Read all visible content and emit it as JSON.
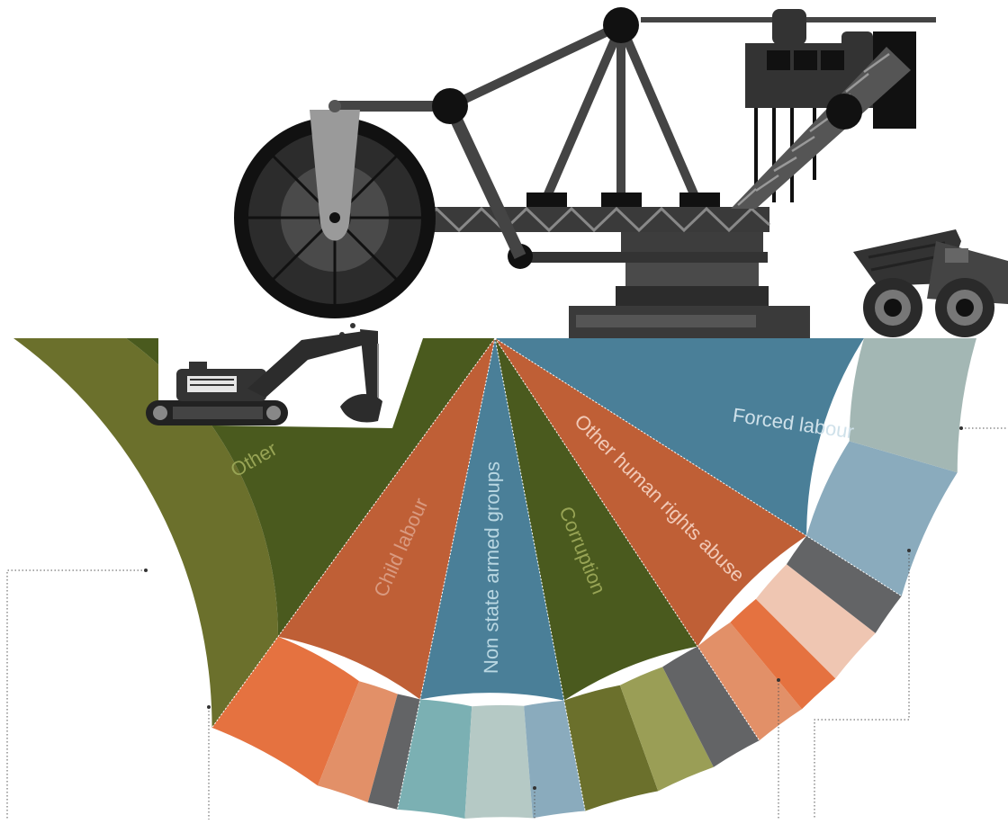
{
  "chart_data": {
    "type": "sunburst",
    "unit": "share of reported risks",
    "start_angle_deg": 180,
    "end_angle_deg": 360,
    "inner": [
      {
        "label": "Other",
        "value": 30,
        "color": "#4a5a1e",
        "label_color": "#98a455"
      },
      {
        "label": "Child labour",
        "value": 13.5,
        "color": "#bf5f36",
        "label_color": "#d99a80"
      },
      {
        "label": "Non state armed groups",
        "value": 12.5,
        "color": "#4a7f98",
        "label_color": "#b9d7e2"
      },
      {
        "label": "Corruption",
        "value": 12.5,
        "color": "#4a5a1e",
        "label_color": "#98a455"
      },
      {
        "label": "Other human rights abuse",
        "value": 13.5,
        "color": "#bf5f36",
        "label_color": "#f1c9b7"
      },
      {
        "label": "Forced labour",
        "value": 18,
        "color": "#4a7f98",
        "label_color": "#cfe1ea"
      }
    ],
    "outer": [
      {
        "parent": "Other",
        "value": 30,
        "color": "#6b702c"
      },
      {
        "parent": "Child labour",
        "value": 8,
        "color": "#e57240"
      },
      {
        "parent": "Child labour",
        "value": 3.5,
        "color": "#e29068"
      },
      {
        "parent": "Child labour",
        "value": 2,
        "color": "#636466"
      },
      {
        "parent": "Non state armed groups",
        "value": 4.5,
        "color": "#7bb0b3"
      },
      {
        "parent": "Non state armed groups",
        "value": 4.5,
        "color": "#b5c9c5"
      },
      {
        "parent": "Non state armed groups",
        "value": 3.5,
        "color": "#8aabbd"
      },
      {
        "parent": "Corruption",
        "value": 5,
        "color": "#6b702c"
      },
      {
        "parent": "Corruption",
        "value": 4,
        "color": "#9a9e56"
      },
      {
        "parent": "Corruption",
        "value": 3.5,
        "color": "#636466"
      },
      {
        "parent": "Other human rights abuse",
        "value": 3.5,
        "color": "#e29068"
      },
      {
        "parent": "Other human rights abuse",
        "value": 3,
        "color": "#e57240"
      },
      {
        "parent": "Other human rights abuse",
        "value": 4,
        "color": "#efc6b2"
      },
      {
        "parent": "Other human rights abuse",
        "value": 3,
        "color": "#636466"
      },
      {
        "parent": "Forced labour",
        "value": 9,
        "color": "#8aabbd"
      },
      {
        "parent": "Forced labour",
        "value": 9,
        "color": "#a3b7b4"
      }
    ]
  },
  "illustration": {
    "bucket_wheel_excavator": "bucket-wheel-excavator",
    "hydraulic_excavator": "hydraulic-excavator",
    "dump_truck": "dump-truck"
  },
  "colors": {
    "machine_dark": "#2c2c2c",
    "machine_mid": "#4a4a4a",
    "machine_light": "#9a9a9a",
    "leader_line": "#555555"
  }
}
